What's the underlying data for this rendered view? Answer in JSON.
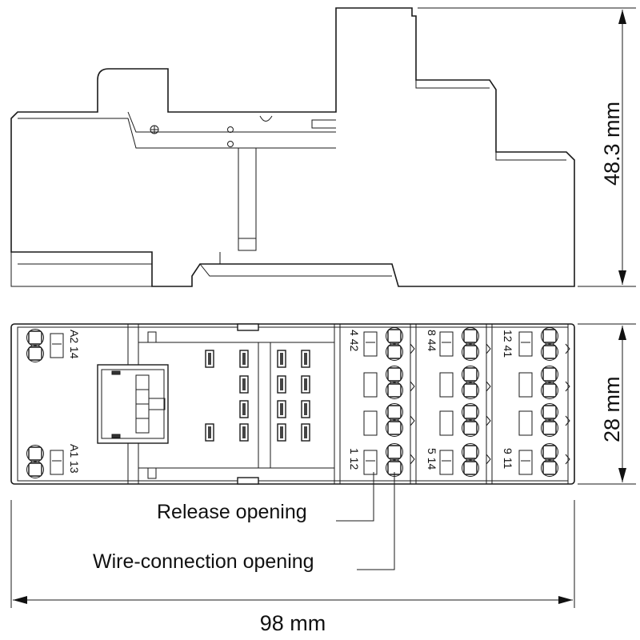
{
  "title": "Relay socket dimension drawing",
  "dimensions": {
    "height": "48.3 mm",
    "depth": "28 mm",
    "width": "98 mm"
  },
  "callouts": {
    "release": "Release opening",
    "wire": "Wire-connection opening"
  },
  "terminal_labels": {
    "coil_top": "A2 14",
    "coil_bottom": "A1 13",
    "blocks": [
      {
        "top": "4 42",
        "bottom": "1 12"
      },
      {
        "top": "8 44",
        "bottom": "5 14"
      },
      {
        "top": "12 41",
        "bottom": "9 11"
      }
    ]
  },
  "colors": {
    "line": "#1a1a1a",
    "background": "#ffffff"
  }
}
